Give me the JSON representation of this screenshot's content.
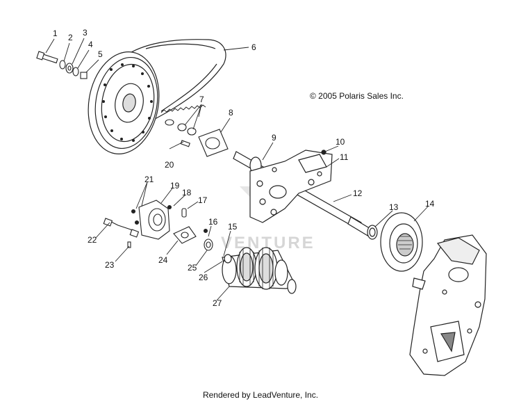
{
  "copyright": "© 2005 Polaris Sales Inc.",
  "footer": "Rendered by LeadVenture, Inc.",
  "watermark": "VENTURE",
  "callouts": [
    "1",
    "2",
    "3",
    "4",
    "5",
    "6",
    "7",
    "8",
    "9",
    "10",
    "11",
    "12",
    "13",
    "14",
    "15",
    "16",
    "17",
    "18",
    "19",
    "20",
    "21",
    "22",
    "23",
    "24",
    "25",
    "26",
    "27"
  ]
}
